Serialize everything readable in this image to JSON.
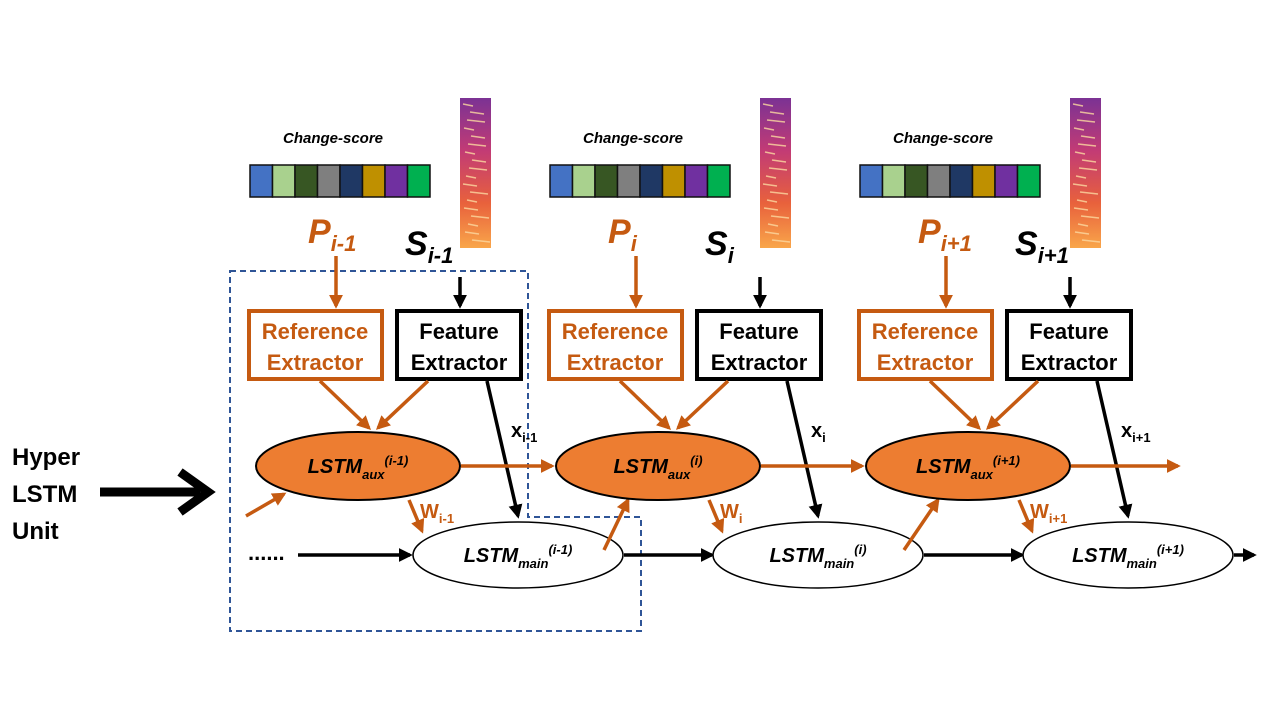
{
  "side_label": {
    "line1": "Hyper",
    "line2": "LSTM",
    "line3": "Unit"
  },
  "change_score_label": "Change-score",
  "change_score_colors": [
    "#4472C4",
    "#A9D18E",
    "#375623",
    "#7F7F7F",
    "#1F3864",
    "#BF9000",
    "#7030A0",
    "#00B050"
  ],
  "spectrogram_colors": [
    "#3b0f70",
    "#8c2981",
    "#de4968",
    "#fe9f6d",
    "#fcfdbf"
  ],
  "reference_extractor": {
    "line1": "Reference",
    "line2": "Extractor"
  },
  "feature_extractor": {
    "line1": "Feature",
    "line2": "Extractor"
  },
  "lstm_aux": "LSTM",
  "lstm_aux_sub": "aux",
  "lstm_main": "LSTM",
  "lstm_main_sub": "main",
  "dots": "......",
  "units": [
    {
      "p": "P",
      "p_sub": "i-1",
      "s": "S",
      "s_sub": "i-1",
      "x": "x",
      "x_sub": "i-1",
      "w": "W",
      "w_sub": "i-1",
      "sup": "(i-1)"
    },
    {
      "p": "P",
      "p_sub": "i",
      "s": "S",
      "s_sub": "i",
      "x": "x",
      "x_sub": "i",
      "w": "W",
      "w_sub": "i",
      "sup": "(i)"
    },
    {
      "p": "P",
      "p_sub": "i+1",
      "s": "S",
      "s_sub": "i+1",
      "x": "x",
      "x_sub": "i+1",
      "w": "W",
      "w_sub": "i+1",
      "sup": "(i+1)"
    }
  ],
  "colors": {
    "orange": "#ED7D31",
    "orange_dark": "#C55A11",
    "dashed_box": "#2F5597"
  }
}
